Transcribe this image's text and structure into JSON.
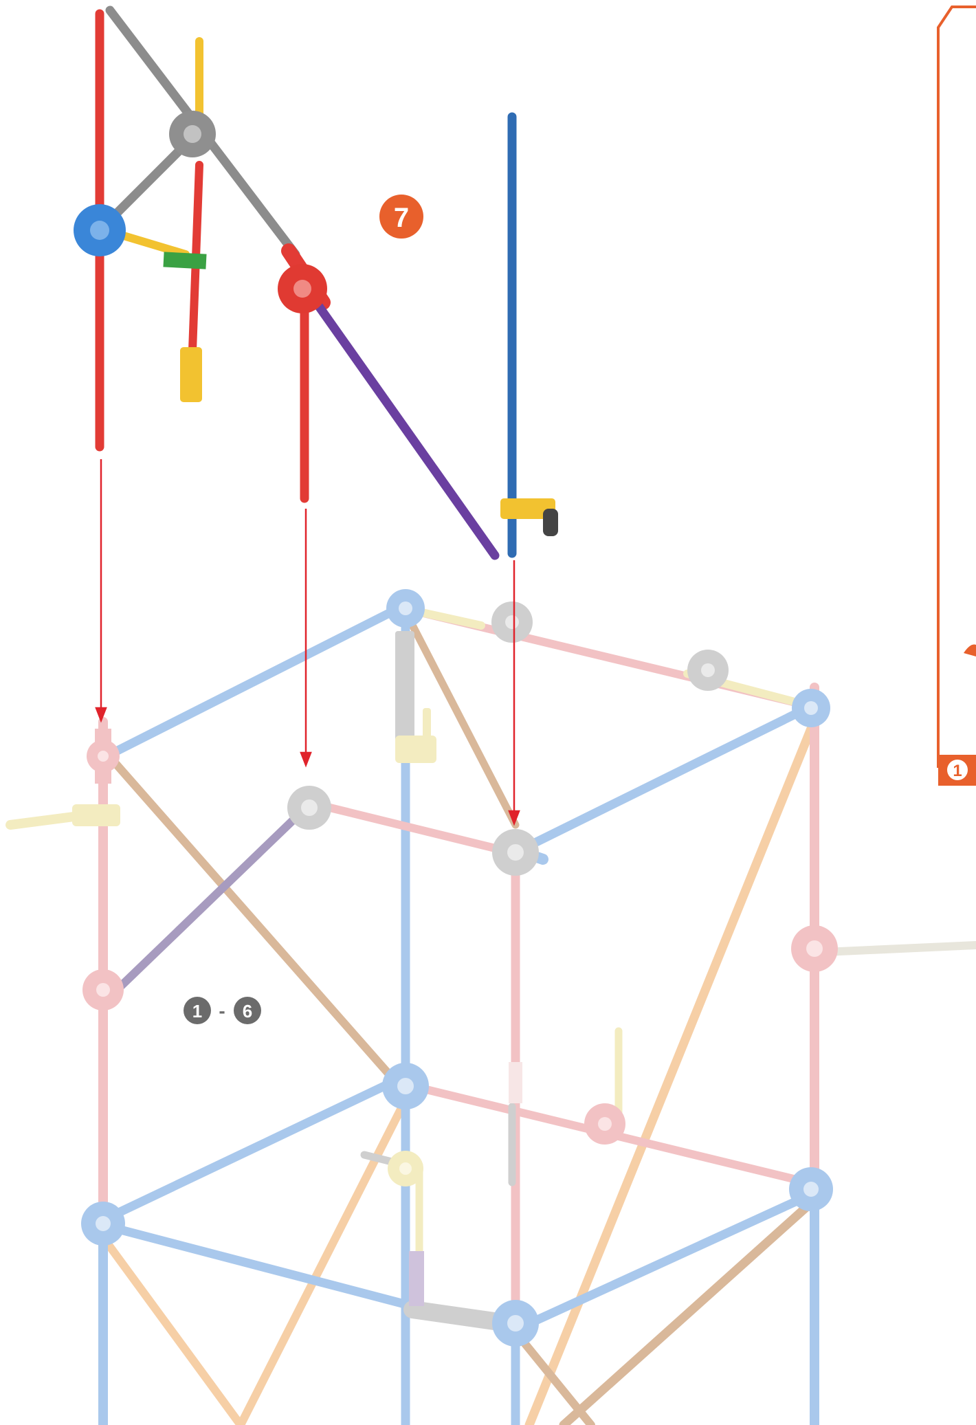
{
  "step": {
    "number": "7",
    "badge_color": "#e8602c"
  },
  "previous_steps": {
    "from": "1",
    "separator": "-",
    "to": "6",
    "badge_color": "#6b6b6b"
  },
  "side_panel": {
    "badge_number": "1",
    "border_color": "#e8602c"
  },
  "colors": {
    "red_rod": "#e23b35",
    "gray_rod": "#8c8c8c",
    "yellow_rod": "#f2c230",
    "blue_rod": "#2f6cb3",
    "purple_rod": "#6a3fa0",
    "blue_connector": "#3a86d8",
    "red_connector": "#e03a32",
    "gray_connector": "#8f8f8f",
    "green_clip": "#3aa143",
    "arrow": "#e0232b",
    "faded_blue": "#a9c8ec",
    "faded_pink": "#f2c2c4",
    "faded_tan": "#d9b89a",
    "faded_peach": "#f6cfa6",
    "faded_purple": "#a79bbf",
    "faded_cream": "#f3ecc0",
    "faded_gray": "#cfcfcf"
  }
}
